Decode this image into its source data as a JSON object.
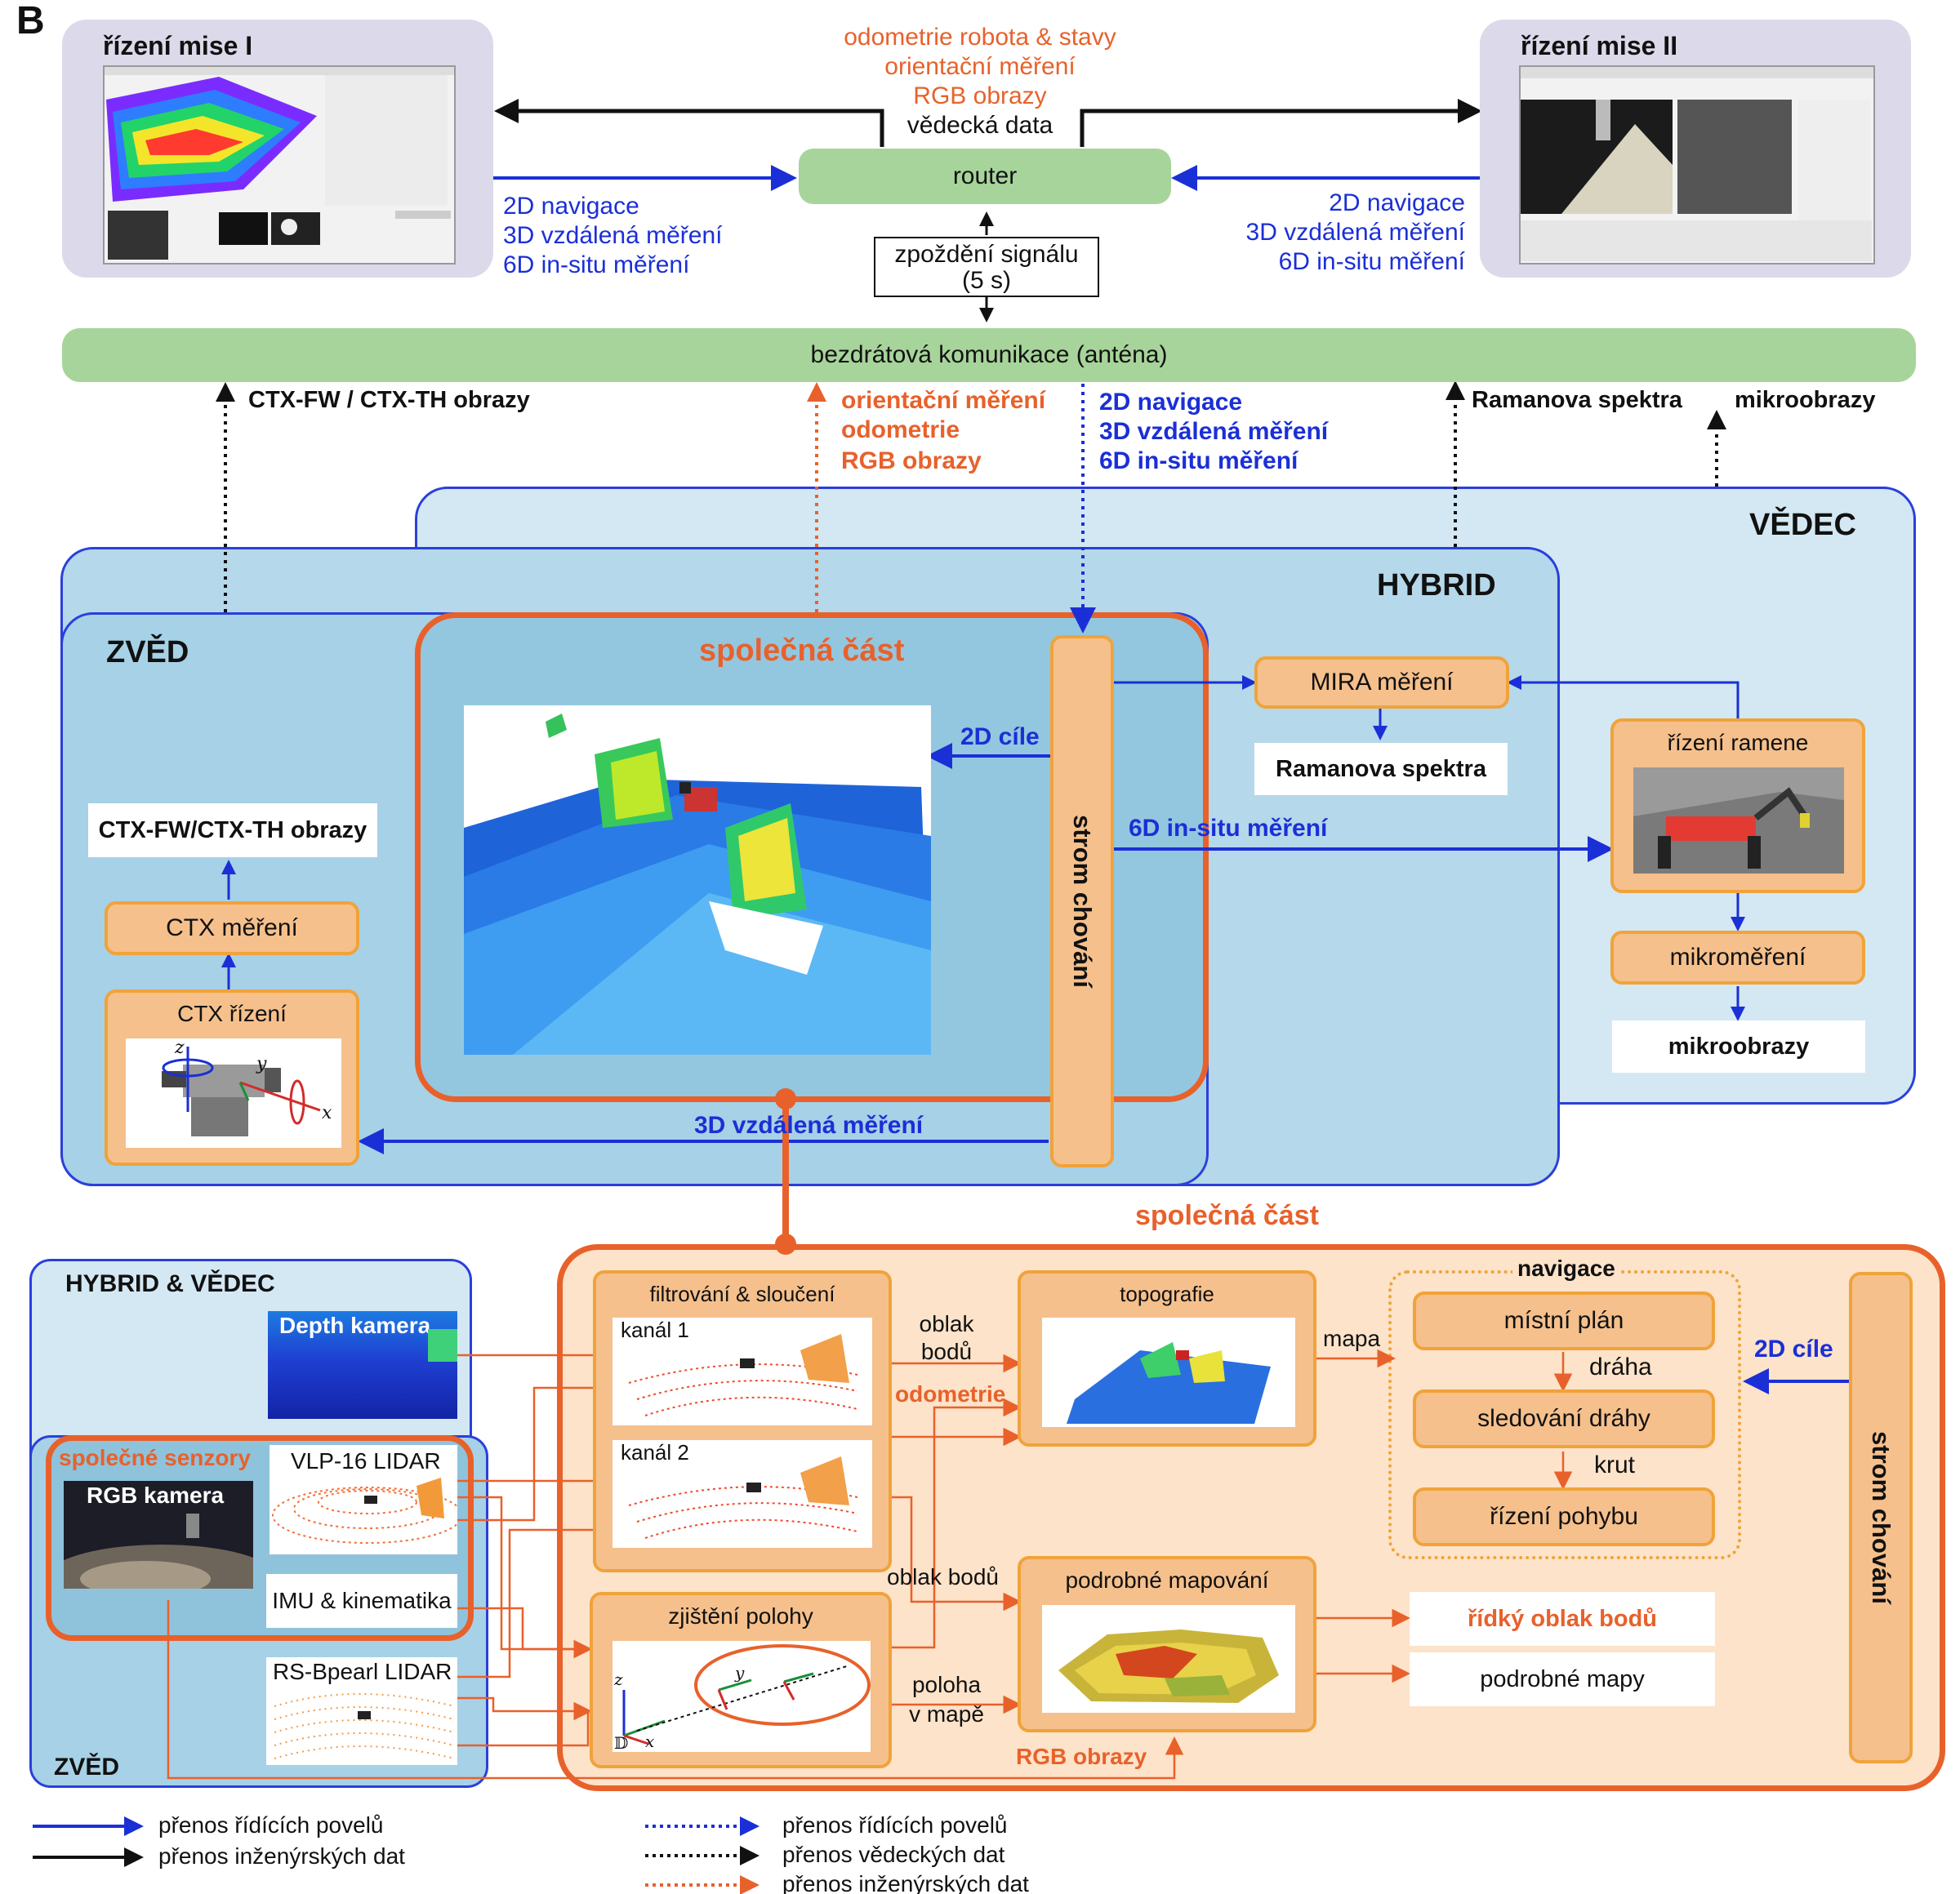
{
  "figure_label": "B",
  "mission_control_1": {
    "title": "řízení mise I"
  },
  "mission_control_2": {
    "title": "řízení mise II"
  },
  "top_center_labels": {
    "line1": "odometrie robota & stavy",
    "line2": "orientační měření",
    "line3": "RGB obrazy",
    "line4": "vědecká data"
  },
  "router": {
    "label": "router"
  },
  "delay": {
    "line1": "zpoždění signálu",
    "line2": "(5 s)"
  },
  "commands_left": {
    "line1": "2D navigace",
    "line2": "3D vzdálená měření",
    "line3": "6D in-situ měření"
  },
  "commands_right": {
    "line1": "2D navigace",
    "line2": "3D vzdálená měření",
    "line3": "6D in-situ měření"
  },
  "antenna": {
    "label": "bezdrátová komunikace (anténa)"
  },
  "uplinks": {
    "ctx_images": "CTX-FW / CTX-TH  obrazy",
    "orient_1": "orientační měření",
    "orient_2": "odometrie",
    "orient_3": "RGB obrazy",
    "nav_1": "2D navigace",
    "nav_2": "3D vzdálená měření",
    "nav_3": "6D in-situ měření",
    "raman": "Ramanova spektra",
    "micro": "mikroobrazy"
  },
  "regions": {
    "vedec": "VĚDEC",
    "hybrid": "HYBRID",
    "zved": "ZVĚD",
    "common": "společná část",
    "common2": "společná část",
    "hybrid_vedec": "HYBRID & VĚDEC",
    "zved_bottom": "ZVĚD",
    "shared_sensors": "společné senzory"
  },
  "upper_nodes": {
    "ctx_images": "CTX-FW/CTX-TH obrazy",
    "ctx_measure": "CTX měření",
    "ctx_control": "CTX řízení",
    "behavior_tree": "strom chování",
    "goals_2d": "2D cíle",
    "insitu_6d": "6D in-situ měření",
    "remote_3d": "3D vzdálená měření",
    "mira": "MIRA měření",
    "raman": "Ramanova spektra",
    "arm_control": "řízení ramene",
    "micro_measure": "mikroměření",
    "micro_images": "mikroobrazy"
  },
  "ctx_axes": {
    "z": "z",
    "y": "y",
    "x": "x"
  },
  "sensors": {
    "depth_camera": "Depth kamera",
    "rgb_camera": "RGB kamera",
    "vlp16": "VLP-16 LIDAR",
    "imu": "IMU & kinematika",
    "rsbpearl": "RS-Bpearl LIDAR"
  },
  "pipeline": {
    "filter": "filtrování & sloučení",
    "channel1": "kanál 1",
    "channel2": "kanál 2",
    "cloud_points_1": "oblak",
    "cloud_points_2": "bodů",
    "odometry": "odometrie",
    "topography": "topografie",
    "map": "mapa",
    "cloud_points_3": "oblak bodů",
    "localization": "zjištění polohy",
    "pose_1": "poloha",
    "pose_2": "v mapě",
    "detailed_mapping": "podrobné mapování",
    "rgb_images": "RGB obrazy",
    "sparse_cloud": "řídký oblak bodů",
    "detailed_maps": "podrobné mapy",
    "navigation": "navigace",
    "local_plan": "místní plán",
    "path": "dráha",
    "path_tracking": "sledování dráhy",
    "step": "krut",
    "motion_control": "řízení pohybu",
    "goals_2d": "2D cíle",
    "behavior_tree": "strom chování"
  },
  "pose_axes": {
    "z": "z",
    "y": "y",
    "x": "x",
    "d": "𝔻"
  },
  "legend": {
    "solid_blue": "přenos řídících povelů",
    "solid_black": "přenos inženýrských dat",
    "dotted_blue": "přenos řídících povelů",
    "dotted_black": "přenos vědeckých dat",
    "dotted_orange": "přenos inženýrských dat"
  },
  "colors": {
    "blue": "#1b2fd6",
    "orange": "#e8612b",
    "box_fill": "#f5c08c",
    "box_border": "#f0a33a",
    "green": "#a7d49a",
    "lavender": "#dcd9ea"
  }
}
